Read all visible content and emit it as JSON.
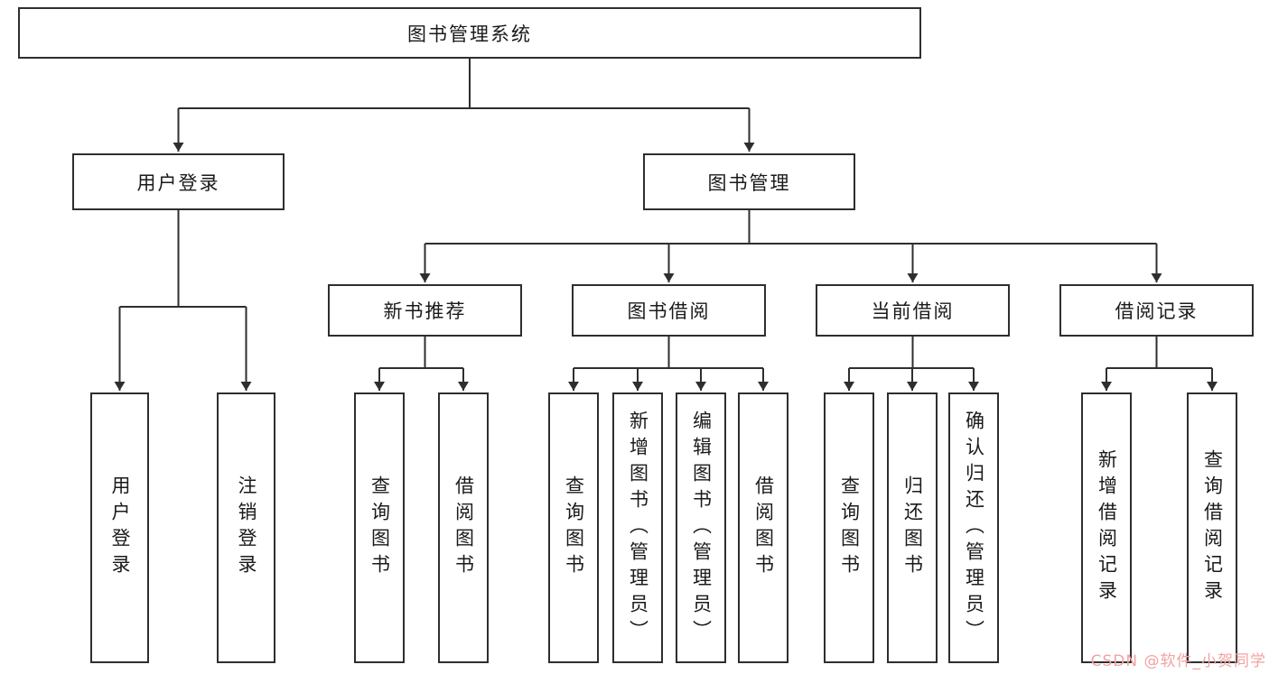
{
  "diagram": {
    "root": "图书管理系统",
    "branches": {
      "user_login": {
        "label": "用户登录",
        "children": [
          "用户登录",
          "注销登录"
        ]
      },
      "book_mgmt": {
        "label": "图书管理",
        "groups": [
          {
            "label": "新书推荐",
            "children": [
              "查询图书",
              "借阅图书"
            ]
          },
          {
            "label": "图书借阅",
            "children": [
              "查询图书",
              "新增图书（管理员）",
              "编辑图书（管理员）",
              "借阅图书"
            ]
          },
          {
            "label": "当前借阅",
            "children": [
              "查询图书",
              "归还图书",
              "确认归还（管理员）"
            ]
          },
          {
            "label": "借阅记录",
            "children": [
              "新增借阅记录",
              "查询借阅记录"
            ]
          }
        ]
      }
    }
  },
  "colors": {
    "line": "#2e2e2e",
    "box_border": "#2e2e2e",
    "watermark": "#f2a2a2"
  },
  "watermark": "CSDN @软件_小贺同学"
}
